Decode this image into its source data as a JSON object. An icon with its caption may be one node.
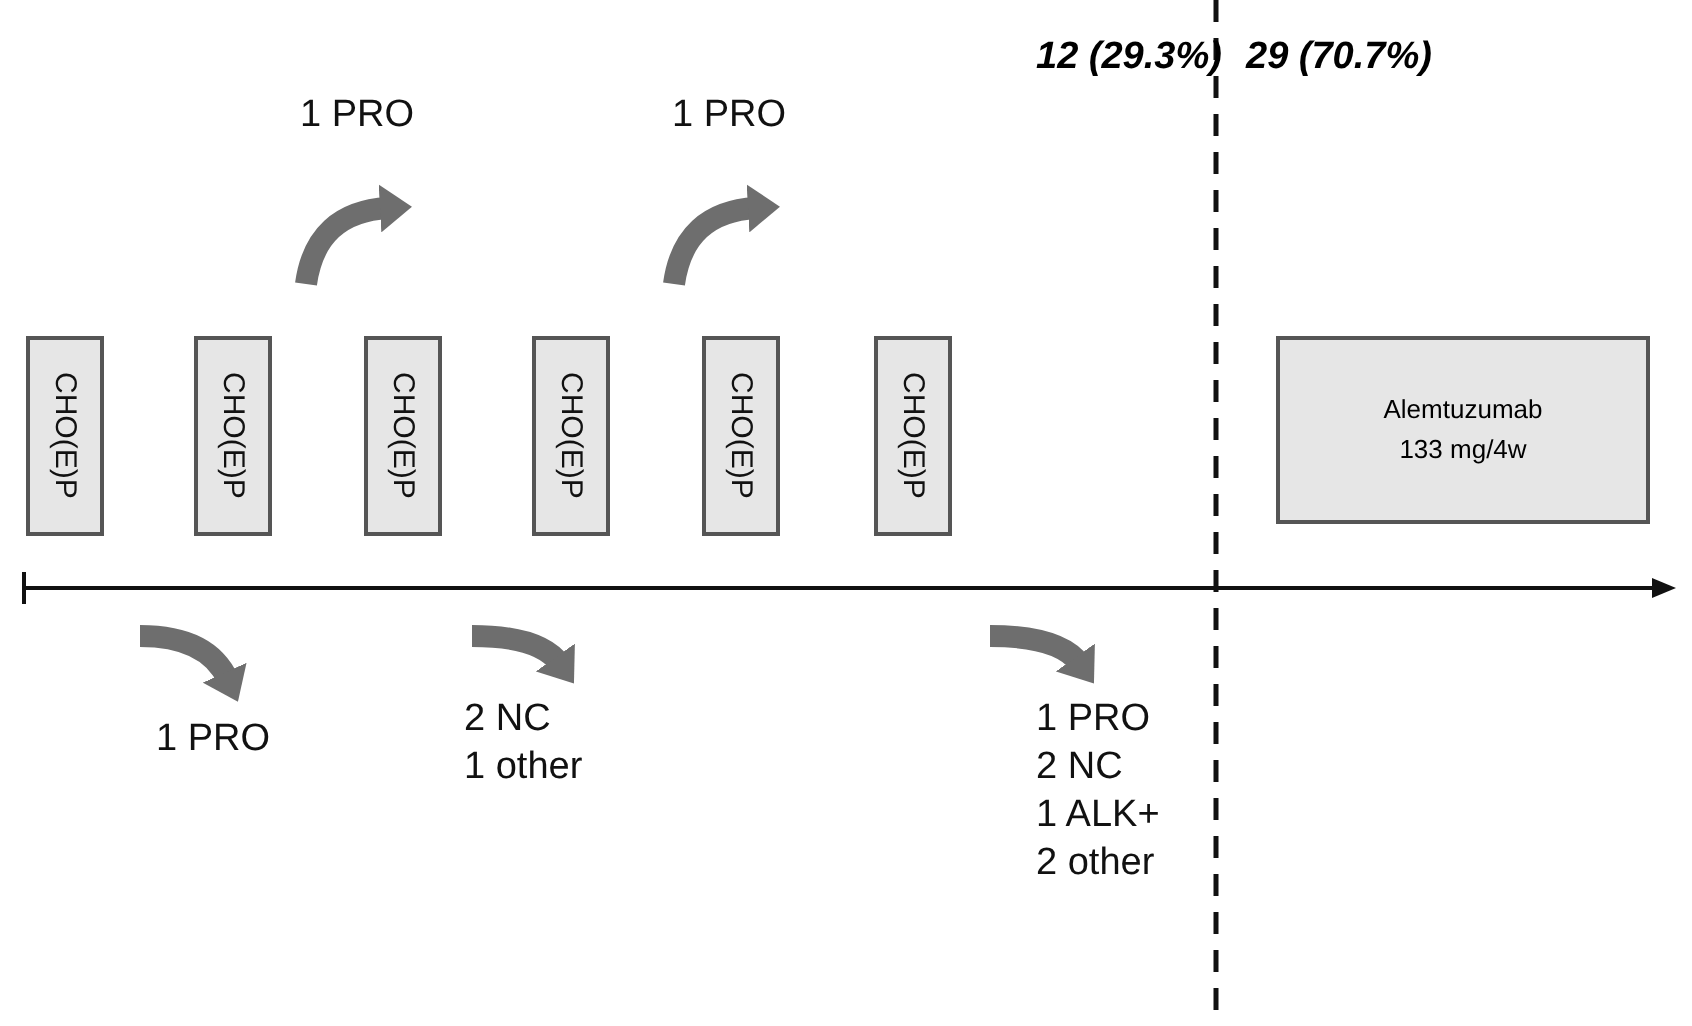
{
  "diagram": {
    "nodes": [
      {
        "text": [
          "CHO(E)P"
        ]
      },
      {
        "text": [
          "CHO(E)P"
        ]
      },
      {
        "text": [
          "CHO(E)P"
        ]
      },
      {
        "text": [
          "CHO(E)P"
        ]
      },
      {
        "text": [
          "CHO(E)P"
        ]
      },
      {
        "text": [
          "CHO(E)P"
        ]
      },
      {
        "text": [
          "Alemtuzumab 133 mg/4w"
        ]
      },
      {
        "text": [
          "1 PRO"
        ]
      },
      {
        "text": [
          "1 PRO"
        ]
      },
      {
        "text": [
          "1 PRO"
        ]
      },
      {
        "text": [
          "2 NC",
          "1 other"
        ]
      },
      {
        "text": [
          "1 PRO",
          "2 NC",
          "1 ALK+",
          "2 other"
        ]
      }
    ],
    "edges": [
      {
        "from": null,
        "to": 7,
        "arrow": "to"
      },
      {
        "from": null,
        "to": 8,
        "arrow": "to"
      },
      {
        "from": null,
        "to": 9,
        "arrow": "to"
      },
      {
        "from": null,
        "to": 10,
        "arrow": "to"
      },
      {
        "from": null,
        "to": 11,
        "arrow": "to"
      }
    ],
    "labels": [
      "12 (29.3%)",
      "29 (70.7%)"
    ]
  }
}
